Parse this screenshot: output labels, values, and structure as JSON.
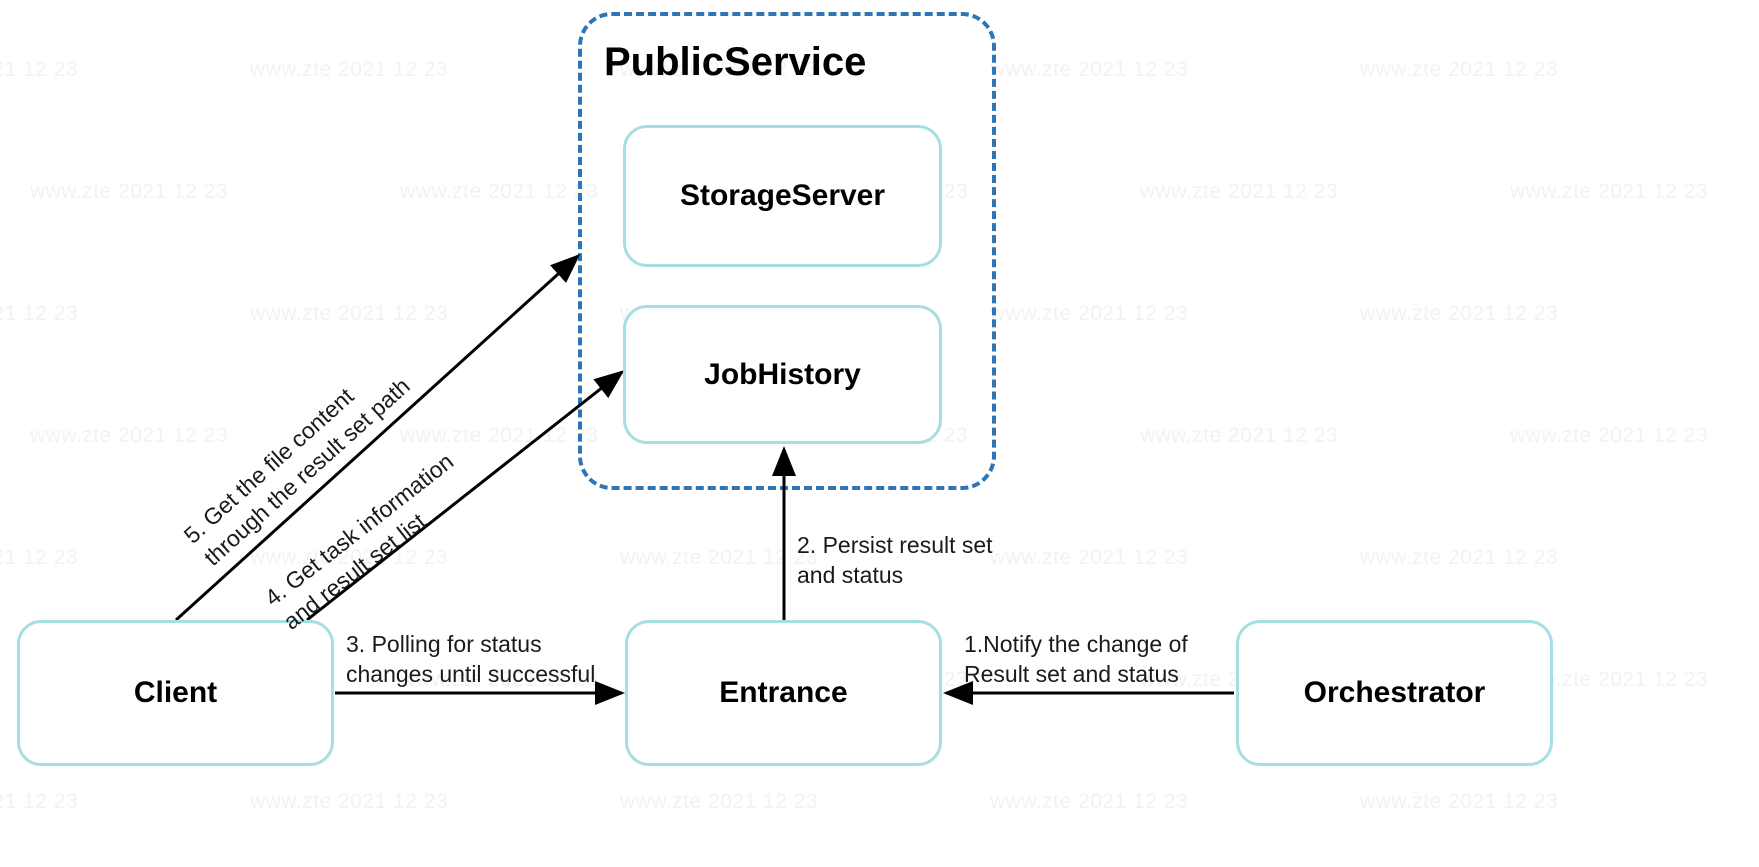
{
  "diagram": {
    "title": "PublicService architecture flow",
    "colors": {
      "group_border": "#2e75b6",
      "node_border": "#a6dfe2",
      "arrow": "#000000",
      "text": "#1a1a1a",
      "watermark": "#f2f2f2",
      "background": "#ffffff"
    },
    "group": {
      "label": "PublicService",
      "children": [
        {
          "id": "storage-server",
          "label": "StorageServer"
        },
        {
          "id": "job-history",
          "label": "JobHistory"
        }
      ]
    },
    "nodes": [
      {
        "id": "client",
        "label": "Client"
      },
      {
        "id": "entrance",
        "label": "Entrance"
      },
      {
        "id": "orchestrator",
        "label": "Orchestrator"
      }
    ],
    "edges": [
      {
        "id": "edge-1",
        "from": "orchestrator",
        "to": "entrance",
        "label": "1.Notify the change of\nResult set and status",
        "orientation": "horizontal-left"
      },
      {
        "id": "edge-2",
        "from": "entrance",
        "to": "job-history",
        "label": "2. Persist result set\nand status",
        "orientation": "vertical-up"
      },
      {
        "id": "edge-3",
        "from": "client",
        "to": "entrance",
        "label": "3. Polling for status\nchanges until successful",
        "orientation": "horizontal-right"
      },
      {
        "id": "edge-4",
        "from": "client",
        "to": "job-history",
        "label": "4. Get task information\nand result set list",
        "orientation": "diagonal-up-right"
      },
      {
        "id": "edge-5",
        "from": "client",
        "to": "storage-server",
        "label": "5. Get the file content\nthrough the result set path",
        "orientation": "diagonal-up-right"
      }
    ],
    "watermark": {
      "text": "www.zte 2021  12  23",
      "repeat_text": "www.zte 2021  12  23"
    }
  }
}
